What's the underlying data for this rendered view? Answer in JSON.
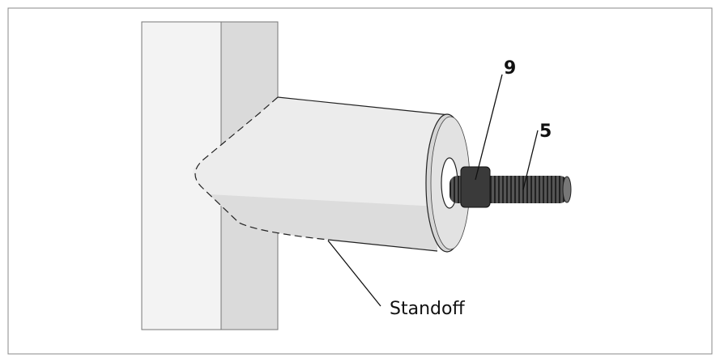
{
  "labels": {
    "part_9": "9",
    "part_5": "5",
    "standoff": "Standoff"
  },
  "colors": {
    "frame": "#888888",
    "wall_light": "#f3f3f3",
    "wall_dark": "#dadada",
    "standoff_body": "#ececec",
    "nut": "#3a3a3a"
  }
}
